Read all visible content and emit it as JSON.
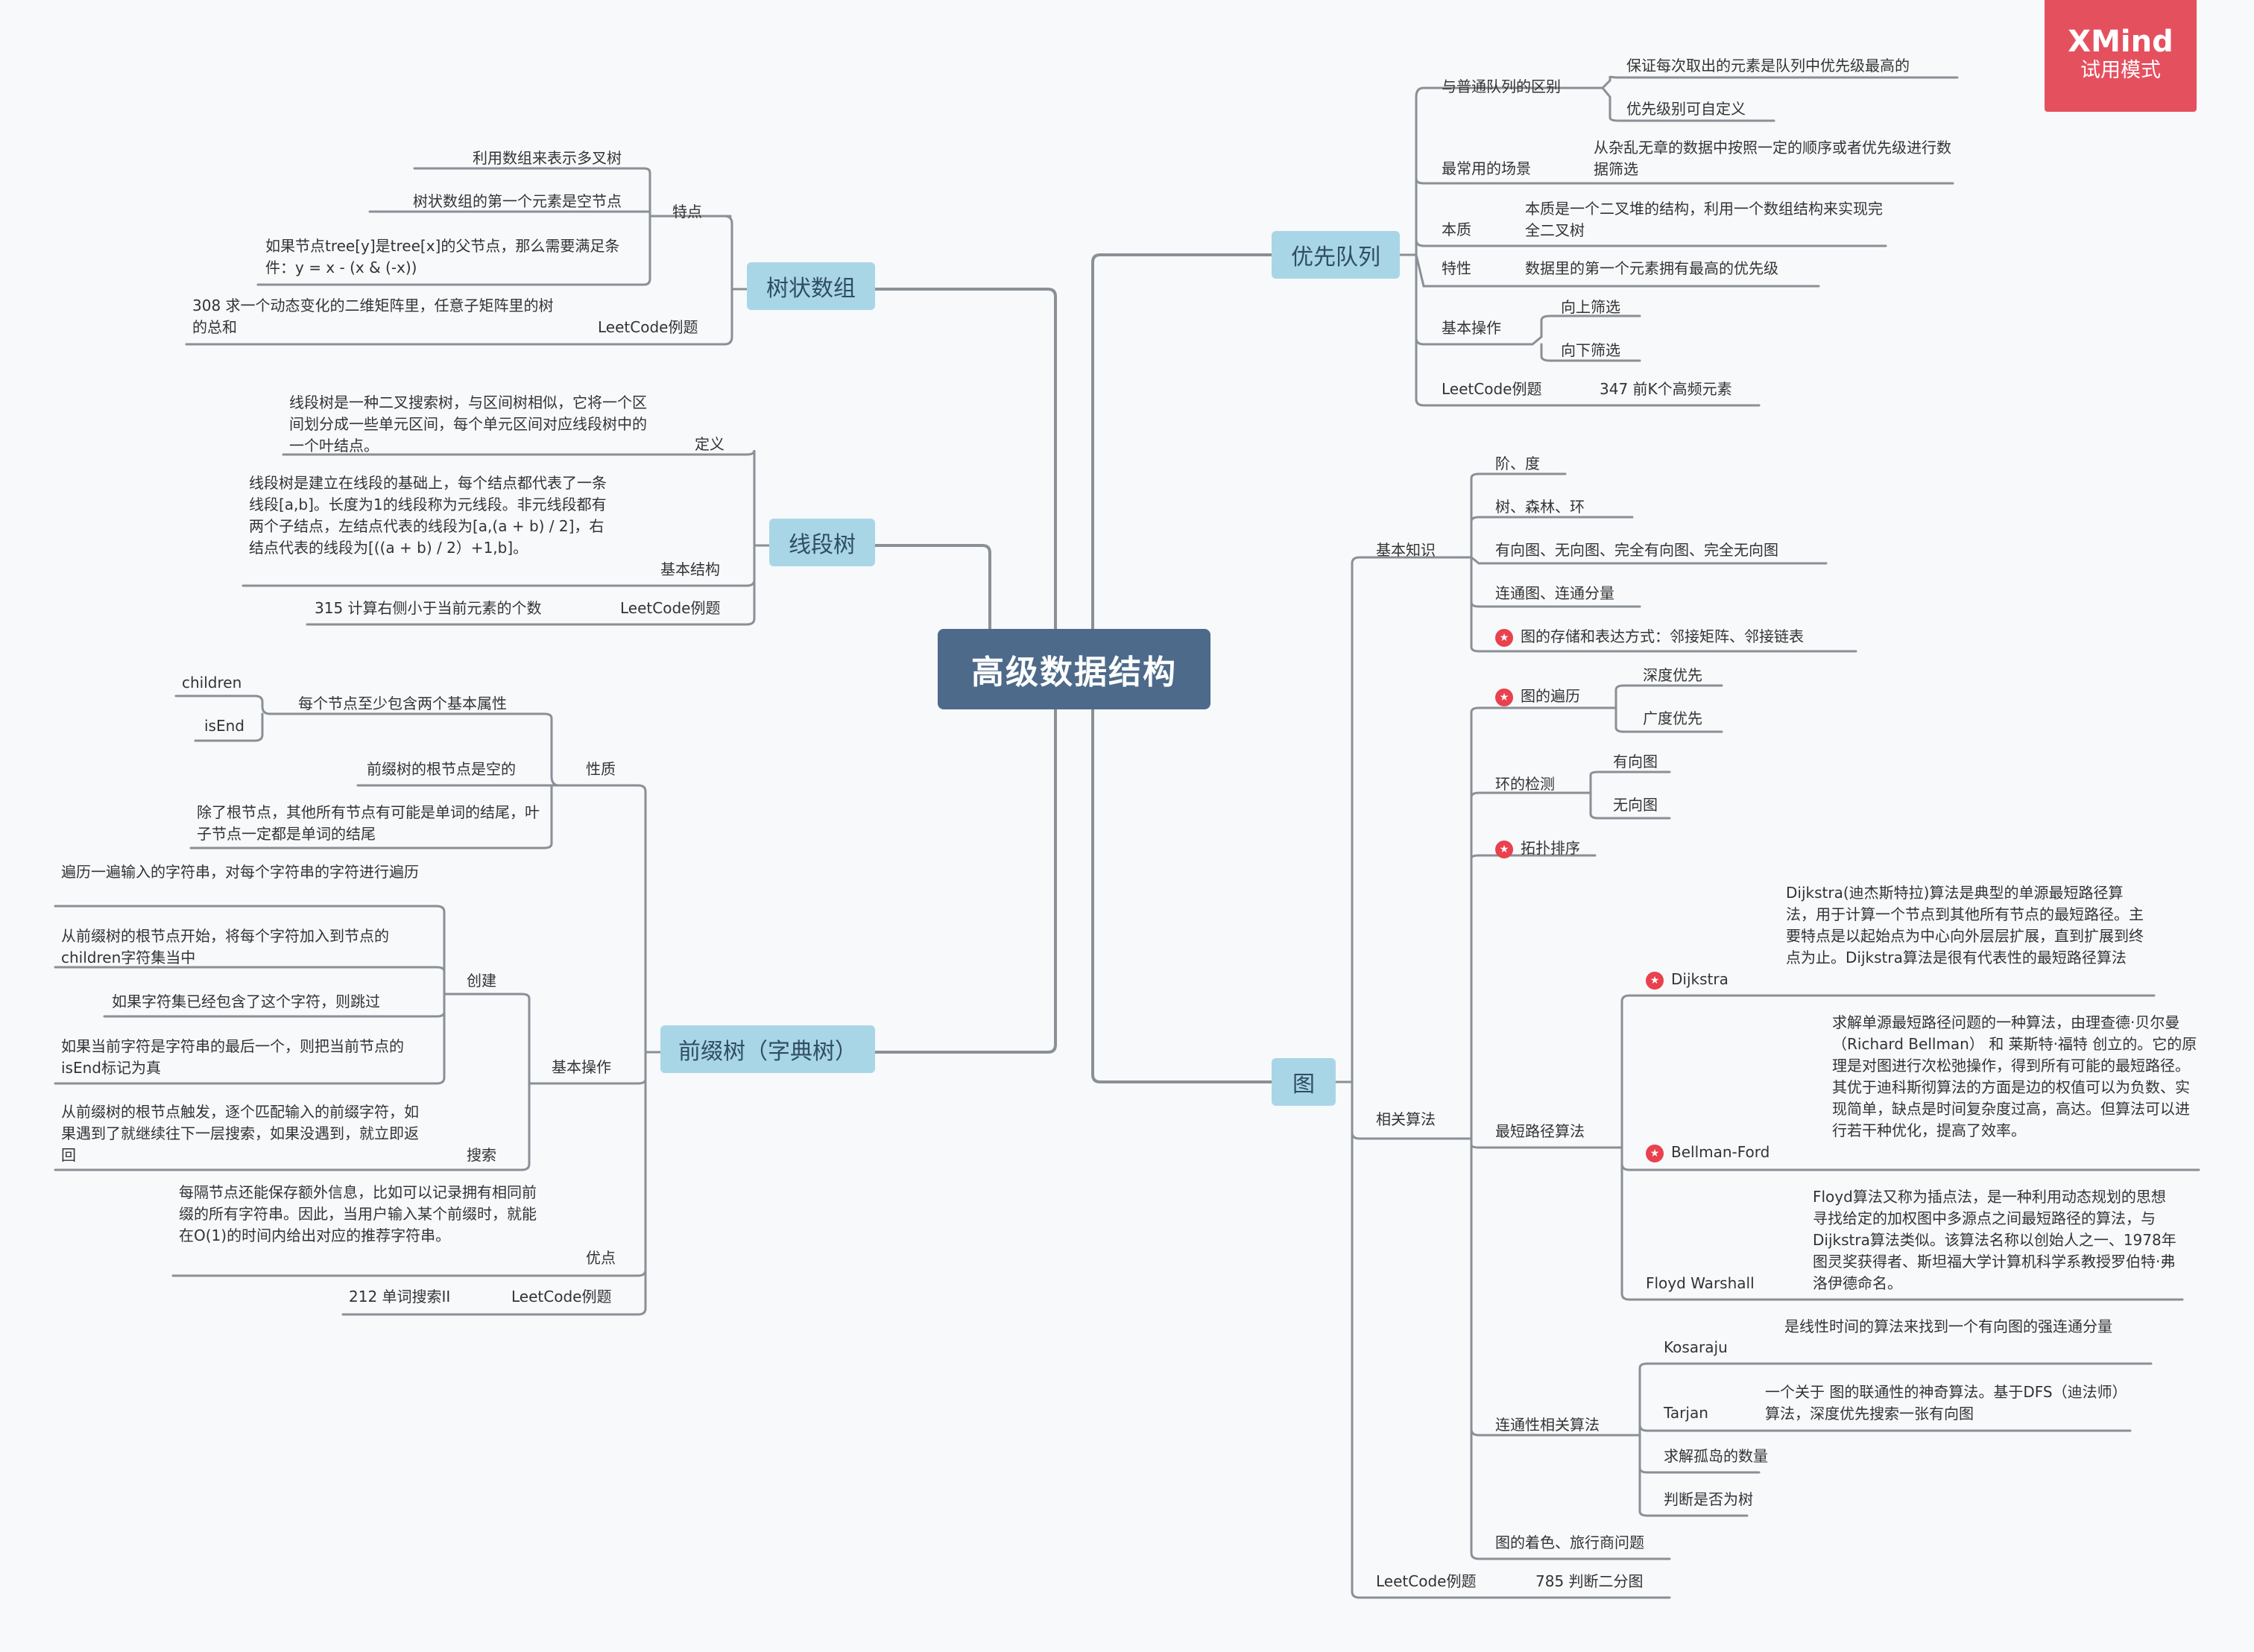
{
  "watermark": {
    "brand": "XMind",
    "mode": "试用模式"
  },
  "root": "高级数据结构",
  "colors": {
    "root": "#4d6a8a",
    "topic": "#a9d6e7",
    "line": "#8a9096",
    "star": "#e9414d",
    "badge": "#e5505f"
  },
  "icons": {
    "priority": "star-marker-icon"
  },
  "fenwick": {
    "title": "树状数组",
    "features_label": "特点",
    "features": [
      "利用数组来表示多叉树",
      "树状数组的第一个元素是空节点",
      "如果节点tree[y]是tree[x]的父节点，那么需要满足条件：y = x - (x & (-x))"
    ],
    "leetcode_label": "LeetCode例题",
    "leetcode": "308 求一个动态变化的二维矩阵里，任意子矩阵里的树的总和"
  },
  "segment": {
    "title": "线段树",
    "def_label": "定义",
    "definition": "线段树是一种二叉搜索树，与区间树相似，它将一个区间划分成一些单元区间，每个单元区间对应线段树中的一个叶结点。",
    "struct_label": "基本结构",
    "structure": "线段树是建立在线段的基础上，每个结点都代表了一条线段[a,b]。长度为1的线段称为元线段。非元线段都有两个子结点，左结点代表的线段为[a,(a + b) / 2]，右结点代表的线段为[((a + b) / 2）+1,b]。",
    "leetcode_label": "LeetCode例题",
    "leetcode": "315 计算右侧小于当前元素的个数"
  },
  "trie": {
    "title": "前缀树（字典树）",
    "props_label": "性质",
    "props_attr": "每个节点至少包含两个基本属性",
    "attrs": [
      "children",
      "isEnd"
    ],
    "props_root": "前缀树的根节点是空的",
    "props_other": "除了根节点，其他所有节点有可能是单词的结尾，叶子节点一定都是单词的结尾",
    "ops_label": "基本操作",
    "create_label": "创建",
    "create": [
      "遍历一遍输入的字符串，对每个字符串的字符进行遍历",
      "从前缀树的根节点开始，将每个字符加入到节点的children字符集当中",
      "如果字符集已经包含了这个字符，则跳过",
      "如果当前字符是字符串的最后一个，则把当前节点的isEnd标记为真"
    ],
    "search_label": "搜索",
    "search": "从前缀树的根节点触发，逐个匹配输入的前缀字符，如果遇到了就继续往下一层搜索，如果没遇到，就立即返回",
    "adv_label": "优点",
    "advantage": "每隔节点还能保存额外信息，比如可以记录拥有相同前缀的所有字符串。因此，当用户输入某个前缀时，就能在O(1)的时间内给出对应的推荐字符串。",
    "leetcode_label": "LeetCode例题",
    "leetcode": "212 单词搜索II"
  },
  "pq": {
    "title": "优先队列",
    "diff_label": "与普通队列的区别",
    "diff": [
      "保证每次取出的元素是队列中优先级最高的",
      "优先级别可自定义"
    ],
    "scene_label": "最常用的场景",
    "scene": "从杂乱无章的数据中按照一定的顺序或者优先级进行数据筛选",
    "essence_label": "本质",
    "essence": "本质是一个二叉堆的结构，利用一个数组结构来实现完全二叉树",
    "feature_label": "特性",
    "feature": "数据里的第一个元素拥有最高的优先级",
    "ops_label": "基本操作",
    "ops": [
      "向上筛选",
      "向下筛选"
    ],
    "leetcode_label": "LeetCode例题",
    "leetcode": "347 前K个高频元素"
  },
  "graph": {
    "title": "图",
    "basic_label": "基本知识",
    "basic": [
      "阶、度",
      "树、森林、环",
      "有向图、无向图、完全有向图、完全无向图",
      "连通图、连通分量",
      "图的存储和表达方式：邻接矩阵、邻接链表"
    ],
    "algo_label": "相关算法",
    "traverse_label": "图的遍历",
    "traverse": [
      "深度优先",
      "广度优先"
    ],
    "cycle_label": "环的检测",
    "cycle": [
      "有向图",
      "无向图"
    ],
    "topo_label": "拓扑排序",
    "sp_label": "最短路径算法",
    "dijkstra_label": "Dijkstra",
    "dijkstra": "Dijkstra(迪杰斯特拉)算法是典型的单源最短路径算法，用于计算一个节点到其他所有节点的最短路径。主要特点是以起始点为中心向外层层扩展，直到扩展到终点为止。Dijkstra算法是很有代表性的最短路径算法",
    "bellman_label": "Bellman-Ford",
    "bellman": "求解单源最短路径问题的一种算法，由理查德·贝尔曼（Richard Bellman） 和 莱斯特·福特 创立的。它的原理是对图进行次松弛操作，得到所有可能的最短路径。其优于迪科斯彻算法的方面是边的权值可以为负数、实现简单，缺点是时间复杂度过高，高达。但算法可以进行若干种优化，提高了效率。",
    "floyd_label": "Floyd Warshall",
    "floyd": "Floyd算法又称为插点法，是一种利用动态规划的思想寻找给定的加权图中多源点之间最短路径的算法，与Dijkstra算法类似。该算法名称以创始人之一、1978年图灵奖获得者、斯坦福大学计算机科学系教授罗伯特·弗洛伊德命名。",
    "conn_label": "连通性相关算法",
    "kosaraju_label": "Kosaraju",
    "kosaraju": "是线性时间的算法来找到一个有向图的强连通分量",
    "tarjan_label": "Tarjan",
    "tarjan": "一个关于 图的联通性的神奇算法。基于DFS（迪法师）算法，深度优先搜索一张有向图",
    "islands": "求解孤岛的数量",
    "is_tree": "判断是否为树",
    "coloring": "图的着色、旅行商问题",
    "leetcode_label": "LeetCode例题",
    "leetcode": "785 判断二分图"
  }
}
